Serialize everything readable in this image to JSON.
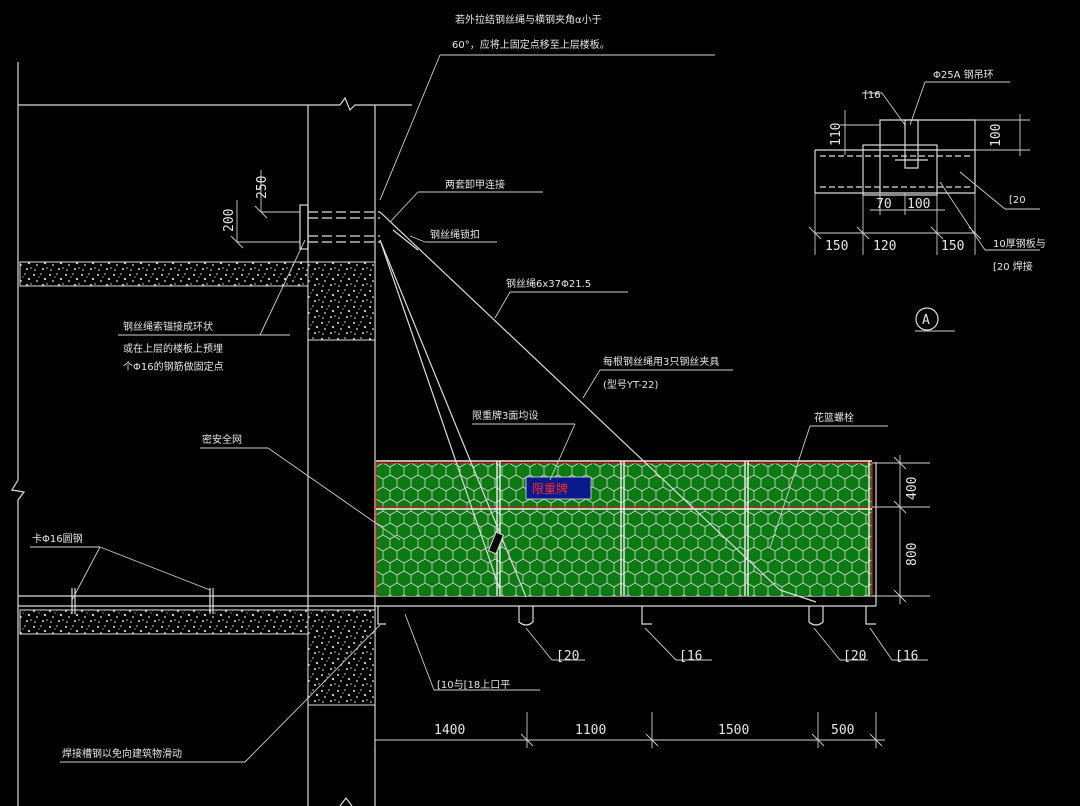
{
  "notes": {
    "top_1": "若外拉结钢丝绳与横钢夹角α小于",
    "top_2": "60°，应将上固定点移至上层楼板。",
    "anchor": "两套卸甲连接",
    "rope_clamp": "钢丝绳锁扣",
    "rope_spec": "钢丝绳6x37Φ21.5",
    "rope_ring_1": "钢丝绳索锚接成环状",
    "rope_ring_2": "或在上层的楼板上预埋",
    "rope_ring_3": "个Φ16的钢筋做固定点",
    "clips_1": "每根钢丝绳用3只钢丝夹具",
    "clips_2": "(型号YT-22)",
    "limit_sign": "限重牌3面均设",
    "turnbuckle": "花篮螺栓",
    "safety_net": "密安全网",
    "steel_bar": "卡Φ16圆钢",
    "channel_note": "[10与[18上口平",
    "weld_note": "焊接槽钢以免向建筑物滑动",
    "sign_text": "限重牌"
  },
  "section_marks": {
    "c20_a": "[20",
    "c16_a": "[16",
    "c20_b": "[20",
    "c16_b": "[16"
  },
  "dimensions": {
    "d250": "250",
    "d200": "200",
    "d400": "400",
    "d800": "800",
    "bottom": [
      "1400",
      "1100",
      "1500",
      "500"
    ]
  },
  "detail_a": {
    "label_c16": "[16",
    "label_ring": "Φ25A 钢吊环",
    "label_c20": "[20",
    "label_plate_1": "10厚钢板与",
    "label_plate_2": "[20 焊接",
    "d110": "110",
    "d100_v": "100",
    "d70": "70",
    "d100_h": "100",
    "bottom": [
      "150",
      "120",
      "150"
    ],
    "marker": "A"
  },
  "colors": {
    "background": "#000000",
    "lines": "#dcdcdc",
    "net_fill": "#0c7a12",
    "net_mesh": "#d8d8d8",
    "rail_red": "#d01818",
    "sign_bg": "#0b1a8a",
    "sign_text": "#ff2a2a"
  }
}
